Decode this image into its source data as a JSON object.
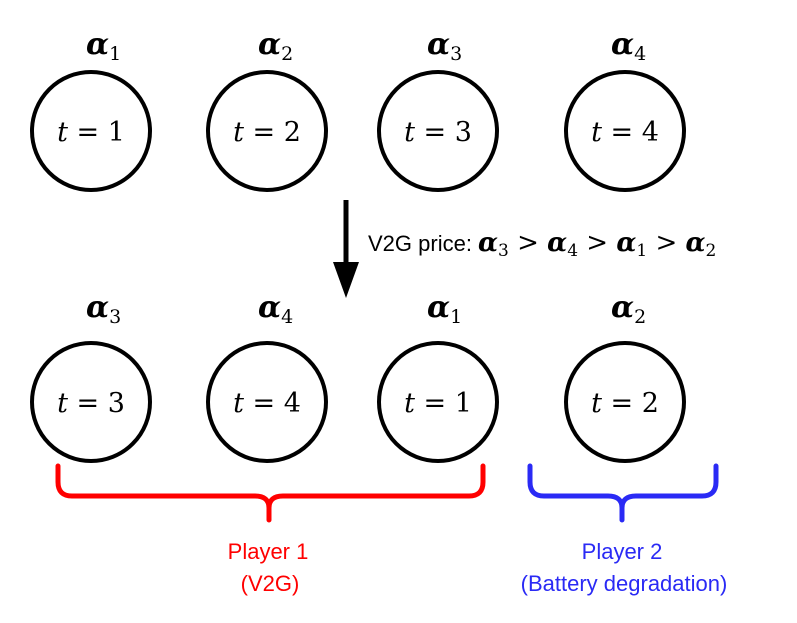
{
  "top_row": [
    {
      "alpha": "α",
      "sub": "1",
      "t_var": "t",
      "t_eq": " = ",
      "t_val": "1"
    },
    {
      "alpha": "α",
      "sub": "2",
      "t_var": "t",
      "t_eq": " = ",
      "t_val": "2"
    },
    {
      "alpha": "α",
      "sub": "3",
      "t_var": "t",
      "t_eq": " = ",
      "t_val": "3"
    },
    {
      "alpha": "α",
      "sub": "4",
      "t_var": "t",
      "t_eq": " = ",
      "t_val": "4"
    }
  ],
  "bottom_row": [
    {
      "alpha": "α",
      "sub": "3",
      "t_var": "t",
      "t_eq": " = ",
      "t_val": "3"
    },
    {
      "alpha": "α",
      "sub": "4",
      "t_var": "t",
      "t_eq": " = ",
      "t_val": "4"
    },
    {
      "alpha": "α",
      "sub": "1",
      "t_var": "t",
      "t_eq": " = ",
      "t_val": "1"
    },
    {
      "alpha": "α",
      "sub": "2",
      "t_var": "t",
      "t_eq": " = ",
      "t_val": "2"
    }
  ],
  "price_label": "V2G price:",
  "price_order": {
    "a": "α",
    "s3": "3",
    "s4": "4",
    "s1": "1",
    "s2": "2",
    "gt": " > "
  },
  "player1": {
    "line1": "Player 1",
    "line2": "(V2G)",
    "color": "#ff0000"
  },
  "player2": {
    "line1": "Player 2",
    "line2": "(Battery degradation)",
    "color": "#2a2af5"
  }
}
